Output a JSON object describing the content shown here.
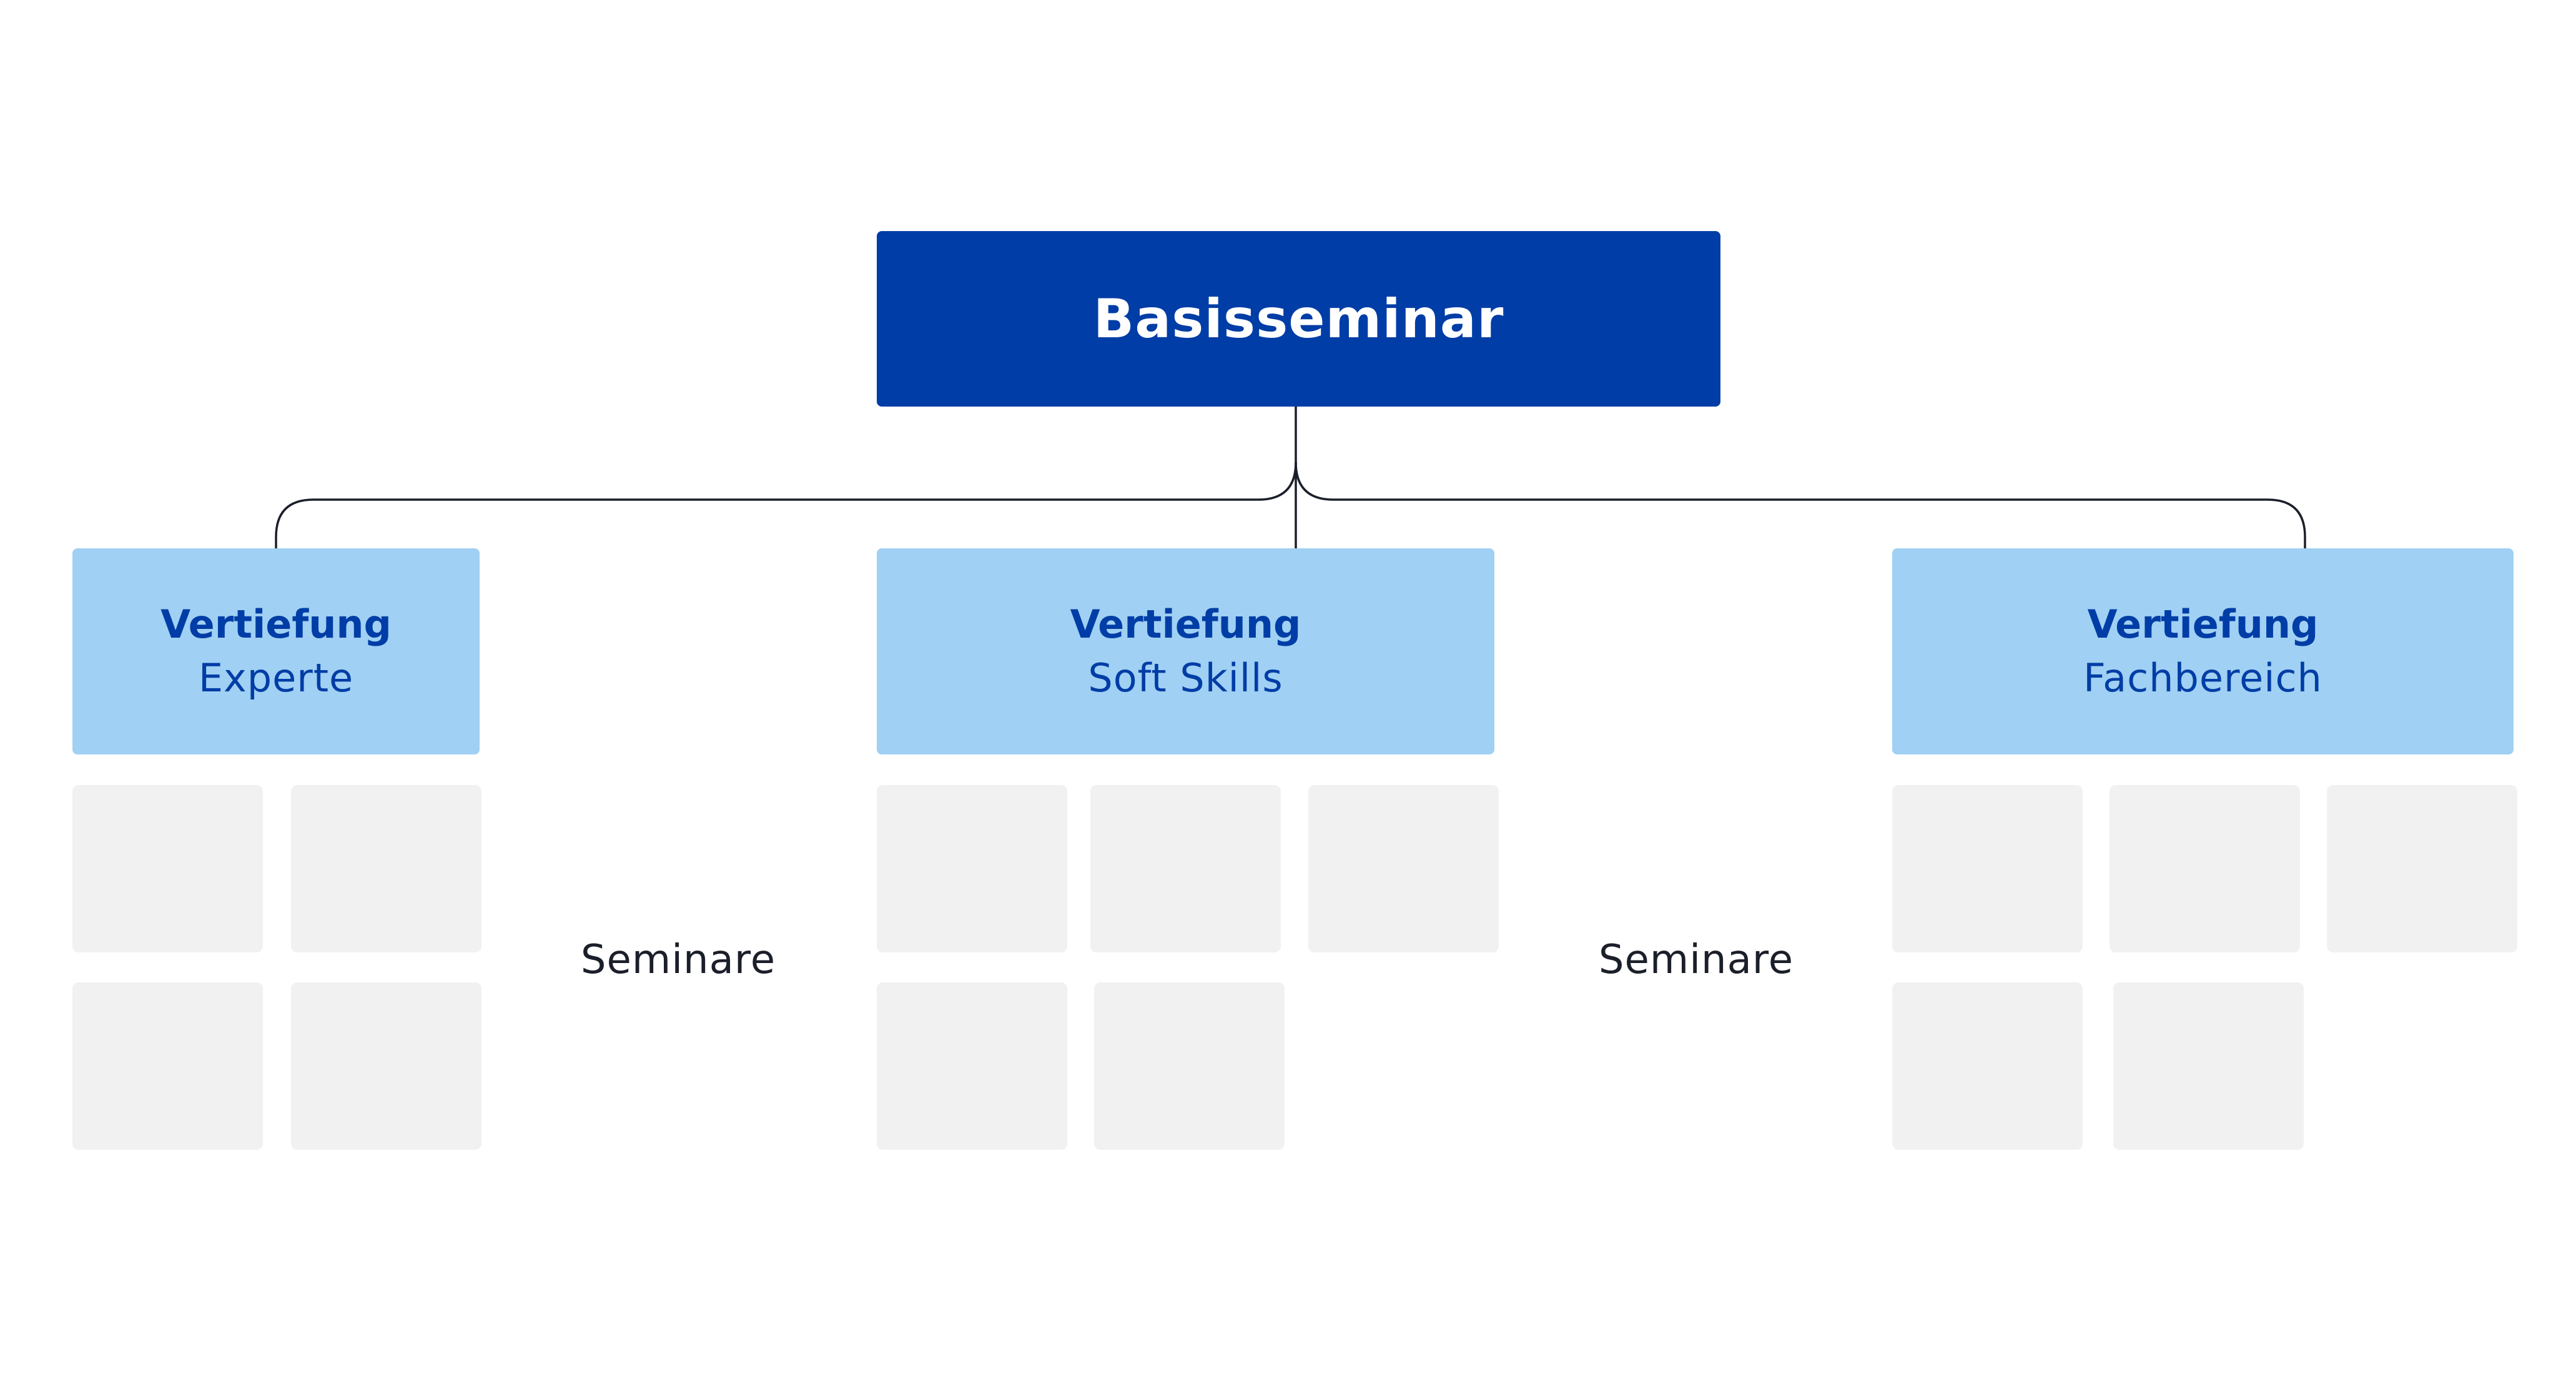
{
  "colors": {
    "root_bg": "#003da6",
    "root_text": "#ffffff",
    "branch_bg": "#a0d0f3",
    "branch_text": "#003da6",
    "tile_bg": "#f1f1f1",
    "connector": "#1b1f2a"
  },
  "root": {
    "title": "Basisseminar"
  },
  "branches": [
    {
      "title": "Vertiefung",
      "subtitle": "Experte"
    },
    {
      "title": "Vertiefung",
      "subtitle": "Soft Skills"
    },
    {
      "title": "Vertiefung",
      "subtitle": "Fachbereich"
    }
  ],
  "group_labels": [
    "Seminare",
    "Seminare"
  ]
}
